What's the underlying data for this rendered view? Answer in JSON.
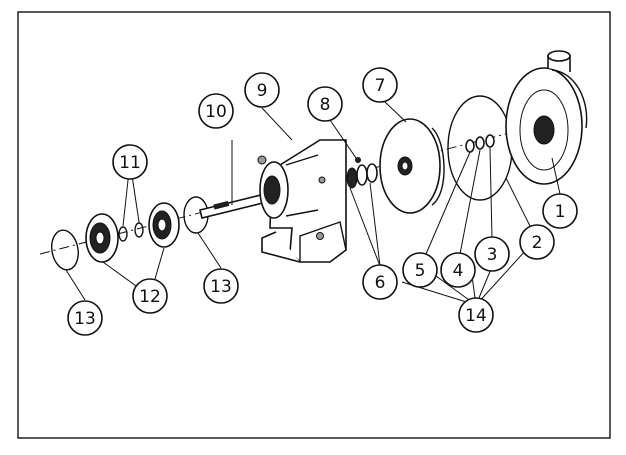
{
  "diagram": {
    "callouts": [
      {
        "id": "c1",
        "text": "1"
      },
      {
        "id": "c2",
        "text": "2"
      },
      {
        "id": "c3",
        "text": "3"
      },
      {
        "id": "c4",
        "text": "4"
      },
      {
        "id": "c5",
        "text": "5"
      },
      {
        "id": "c6",
        "text": "6"
      },
      {
        "id": "c7",
        "text": "7"
      },
      {
        "id": "c8",
        "text": "8"
      },
      {
        "id": "c9",
        "text": "9"
      },
      {
        "id": "c10",
        "text": "10"
      },
      {
        "id": "c11",
        "text": "11"
      },
      {
        "id": "c12",
        "text": "12"
      },
      {
        "id": "c13a",
        "text": "13"
      },
      {
        "id": "c13b",
        "text": "13"
      },
      {
        "id": "c14",
        "text": "14"
      }
    ]
  }
}
